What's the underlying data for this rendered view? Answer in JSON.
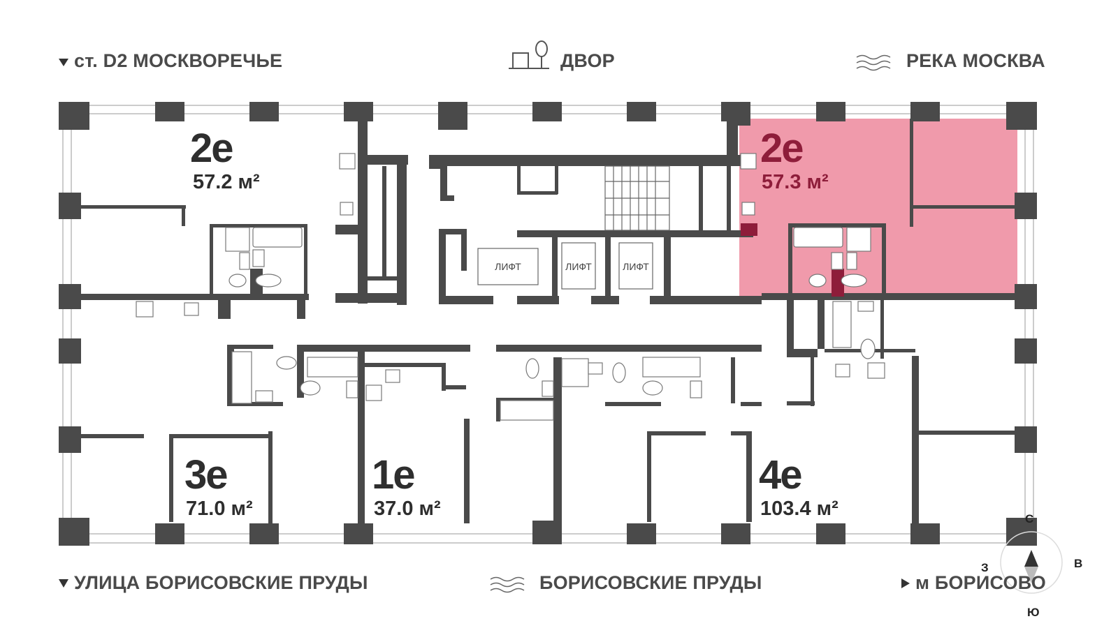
{
  "top_labels": {
    "left": "ст. D2 МОСКВОРЕЧЬЕ",
    "center": "ДВОР",
    "right": "РЕКА МОСКВА"
  },
  "bottom_labels": {
    "left": "УЛИЦА БОРИСОВСКИЕ ПРУДЫ",
    "center": "БОРИСОВСКИЕ ПРУДЫ",
    "right": "м БОРИСОВО"
  },
  "apartments": [
    {
      "type": "2е",
      "area": "57.2 м²",
      "highlighted": false
    },
    {
      "type": "2е",
      "area": "57.3 м²",
      "highlighted": true
    },
    {
      "type": "3е",
      "area": "71.0 м²",
      "highlighted": false
    },
    {
      "type": "1е",
      "area": "37.0 м²",
      "highlighted": false
    },
    {
      "type": "4е",
      "area": "103.4 м²",
      "highlighted": false
    }
  ],
  "lifts": [
    "ЛИФТ",
    "ЛИФТ",
    "ЛИФТ"
  ],
  "compass": {
    "north": "С",
    "south": "Ю",
    "east": "В",
    "west": "З"
  },
  "colors": {
    "highlight": "#f09aab",
    "highlight_dark": "#8e1d3a",
    "wall": "#4a4a4a"
  },
  "icons": {
    "top_left": "triangle-down-icon",
    "top_center": "yard-icon",
    "top_right": "water-waves-icon",
    "bottom_left": "triangle-down-icon",
    "bottom_center": "water-waves-icon",
    "bottom_right": "triangle-right-icon"
  }
}
